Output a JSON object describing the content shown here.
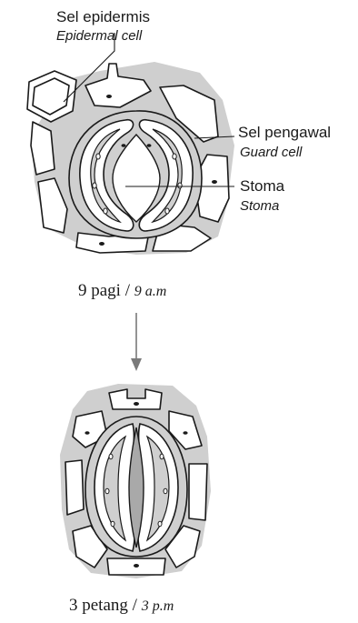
{
  "labels": {
    "epidermal_ms": "Sel epidermis",
    "epidermal_en": "Epidermal cell",
    "guard_ms": "Sel pengawal",
    "guard_en": "Guard cell",
    "stoma_ms": "Stoma",
    "stoma_en": "Stoma"
  },
  "captions": {
    "morning_ms": "9 pagi",
    "morning_en": "9 a.m",
    "afternoon_ms": "3 petang",
    "afternoon_en": "3 p.m",
    "separator": "/"
  },
  "colors": {
    "wall_fill": "#cfcfcf",
    "cell_fill": "#ffffff",
    "stroke": "#1a1a1a",
    "arrow": "#7a7a7a"
  }
}
